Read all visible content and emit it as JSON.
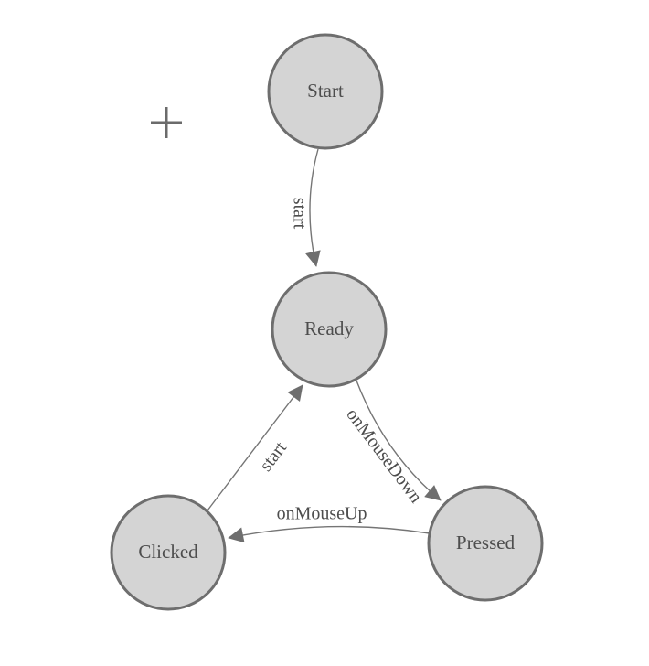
{
  "diagram": {
    "type": "state-machine-graph",
    "background_color": "#ffffff",
    "colors": {
      "node_fill": "#d4d4d4",
      "node_stroke": "#6e6e6e",
      "edge_line": "#757575",
      "arrowhead": "#6e6e6e",
      "label_text": "#4d4d4d"
    },
    "tools": {
      "crosshair_icon": "plus-crosshair"
    },
    "nodes": [
      {
        "id": "start",
        "label": "Start"
      },
      {
        "id": "ready",
        "label": "Ready"
      },
      {
        "id": "clicked",
        "label": "Clicked"
      },
      {
        "id": "pressed",
        "label": "Pressed"
      }
    ],
    "edges": [
      {
        "from": "Start",
        "to": "Ready",
        "label": "start"
      },
      {
        "from": "Ready",
        "to": "Pressed",
        "label": "onMouseDown"
      },
      {
        "from": "Pressed",
        "to": "Clicked",
        "label": "onMouseUp"
      },
      {
        "from": "Clicked",
        "to": "Ready",
        "label": "start"
      }
    ]
  }
}
